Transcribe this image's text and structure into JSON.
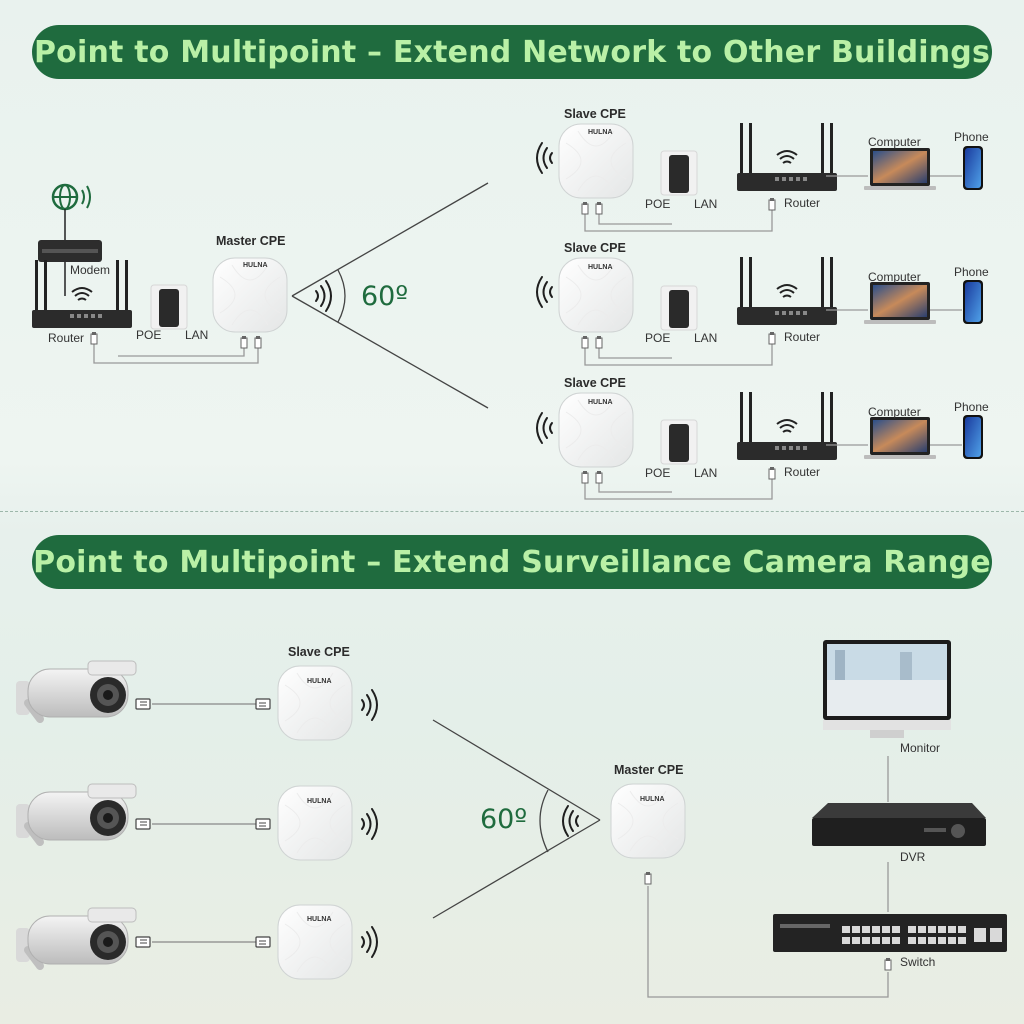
{
  "section1": {
    "title": "Point to Multipoint – Extend Network to Other Buildings",
    "angle": "60º",
    "master": {
      "label": "Master CPE",
      "brand": "HULNA"
    },
    "left": {
      "modem": "Modem",
      "router": "Router",
      "poe": "POE",
      "lan": "LAN"
    },
    "slaves": [
      {
        "label": "Slave CPE",
        "brand": "HULNA",
        "poe": "POE",
        "lan": "LAN",
        "router": "Router",
        "computer": "Computer",
        "phone": "Phone"
      },
      {
        "label": "Slave CPE",
        "brand": "HULNA",
        "poe": "POE",
        "lan": "LAN",
        "router": "Router",
        "computer": "Computer",
        "phone": "Phone"
      },
      {
        "label": "Slave CPE",
        "brand": "HULNA",
        "poe": "POE",
        "lan": "LAN",
        "router": "Router",
        "computer": "Computer",
        "phone": "Phone"
      }
    ]
  },
  "section2": {
    "title": "Point to Multipoint – Extend Surveillance Camera Range",
    "angle": "60º",
    "slave": {
      "label": "Slave CPE",
      "brand": "HULNA"
    },
    "master": {
      "label": "Master CPE",
      "brand": "HULNA"
    },
    "monitor": "Monitor",
    "dvr": "DVR",
    "switch": "Switch"
  },
  "colors": {
    "banner": "#1f6b3e",
    "banner_text": "#b9f0a6",
    "angle_text": "#1f6b3e"
  }
}
